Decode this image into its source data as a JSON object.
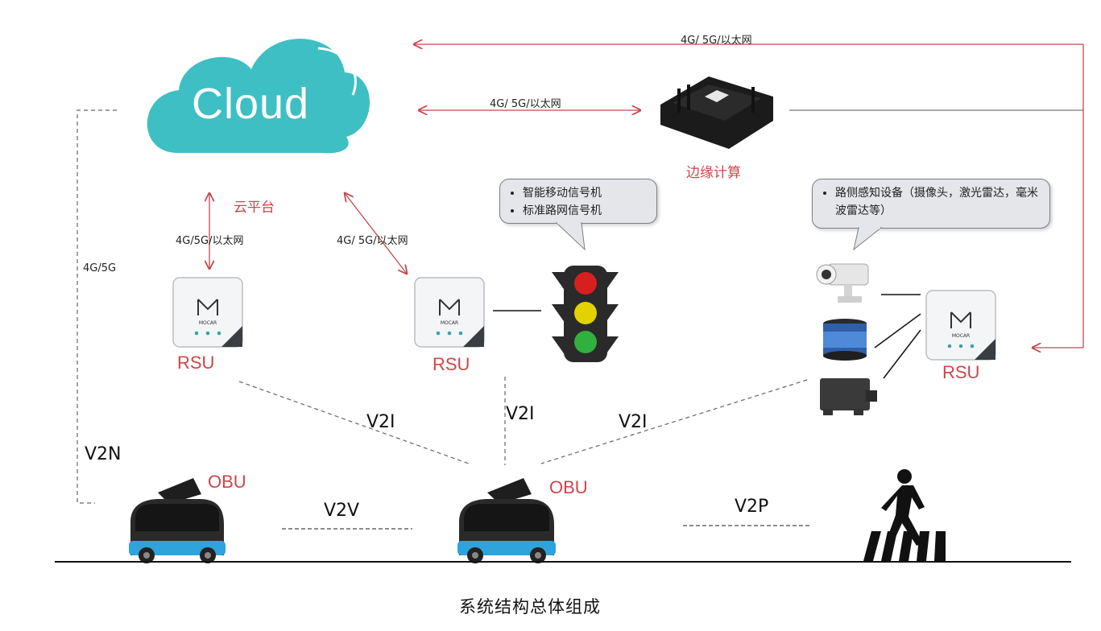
{
  "cloud": {
    "label": "Cloud",
    "platform_label": "云平台"
  },
  "edge": {
    "label": "边缘计算"
  },
  "links": {
    "cloud_edge": "4G/ 5G/以太网",
    "top_loop": "4G/ 5G/以太网",
    "cloud_rsu_left": "4G/5G/以太网",
    "cloud_rsu_mid": "4G/ 5G/以太网",
    "v2n_net": "4G/5G"
  },
  "rsu": {
    "label": "RSU",
    "brand": "MOCAR"
  },
  "obu": {
    "label": "OBU"
  },
  "comm": {
    "v2i": "V2I",
    "v2n": "V2N",
    "v2v": "V2V",
    "v2p": "V2P"
  },
  "signal_bubble": {
    "items": [
      "智能移动信号机",
      "标准路网信号机"
    ]
  },
  "sensor_bubble": {
    "items": [
      "路侧感知设备（摄像头，激光雷达，毫米波雷达等）"
    ]
  },
  "caption": "系统结构总体组成",
  "colors": {
    "cloud": "#3ebfc4",
    "arrow": "#c8484b",
    "label_red": "#d0454a"
  }
}
